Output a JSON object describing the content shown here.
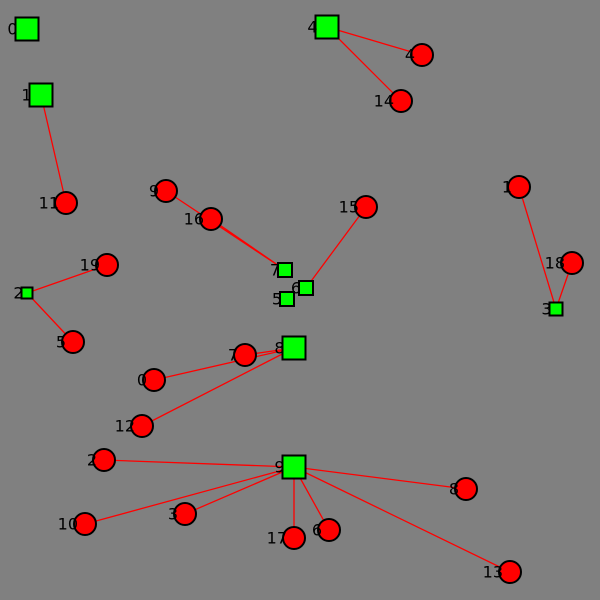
{
  "colors": {
    "background": "#808080",
    "square_fill": "#00ff00",
    "circle_fill": "#ff0000",
    "outline": "#000000",
    "edge": "#ff0000",
    "label": "#000000"
  },
  "squares": [
    {
      "id": "0",
      "label": "0"
    },
    {
      "id": "1",
      "label": "1"
    },
    {
      "id": "2",
      "label": "2"
    },
    {
      "id": "3",
      "label": "3"
    },
    {
      "id": "4",
      "label": "4"
    },
    {
      "id": "5",
      "label": "5"
    },
    {
      "id": "6",
      "label": "6"
    },
    {
      "id": "7",
      "label": "7"
    },
    {
      "id": "8",
      "label": "8"
    },
    {
      "id": "9",
      "label": "9"
    }
  ],
  "circles": [
    {
      "id": "0",
      "label": "0"
    },
    {
      "id": "1",
      "label": "1"
    },
    {
      "id": "2",
      "label": "2"
    },
    {
      "id": "3",
      "label": "3"
    },
    {
      "id": "4",
      "label": "4"
    },
    {
      "id": "5",
      "label": "5"
    },
    {
      "id": "6",
      "label": "6"
    },
    {
      "id": "7",
      "label": "7"
    },
    {
      "id": "8",
      "label": "8"
    },
    {
      "id": "9",
      "label": "9"
    },
    {
      "id": "10",
      "label": "10"
    },
    {
      "id": "11",
      "label": "11"
    },
    {
      "id": "12",
      "label": "12"
    },
    {
      "id": "13",
      "label": "13"
    },
    {
      "id": "14",
      "label": "14"
    },
    {
      "id": "15",
      "label": "15"
    },
    {
      "id": "16",
      "label": "16"
    },
    {
      "id": "17",
      "label": "17"
    },
    {
      "id": "18",
      "label": "18"
    },
    {
      "id": "19",
      "label": "19"
    }
  ],
  "edges": [
    {
      "square": "1",
      "circle": "11"
    },
    {
      "square": "4",
      "circle": "4"
    },
    {
      "square": "4",
      "circle": "14"
    },
    {
      "square": "7",
      "circle": "16"
    },
    {
      "square": "7",
      "circle": "9"
    },
    {
      "square": "6",
      "circle": "15"
    },
    {
      "square": "3",
      "circle": "1"
    },
    {
      "square": "3",
      "circle": "18"
    },
    {
      "square": "2",
      "circle": "19"
    },
    {
      "square": "2",
      "circle": "5"
    },
    {
      "square": "8",
      "circle": "7"
    },
    {
      "square": "8",
      "circle": "0"
    },
    {
      "square": "8",
      "circle": "12"
    },
    {
      "square": "9",
      "circle": "2"
    },
    {
      "square": "9",
      "circle": "10"
    },
    {
      "square": "9",
      "circle": "3"
    },
    {
      "square": "9",
      "circle": "17"
    },
    {
      "square": "9",
      "circle": "6"
    },
    {
      "square": "9",
      "circle": "8"
    },
    {
      "square": "9",
      "circle": "13"
    }
  ]
}
